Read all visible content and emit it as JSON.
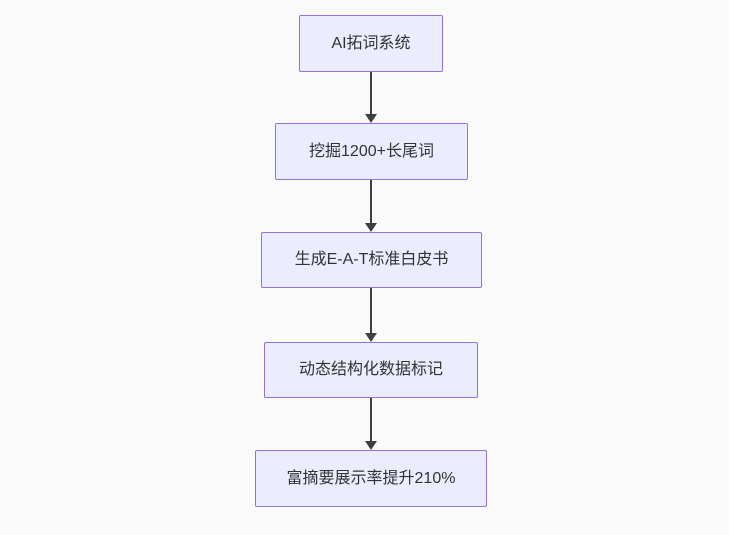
{
  "page": {
    "background": "#fafafa"
  },
  "diagram": {
    "type": "flowchart",
    "direction": "top-down",
    "node_fill": "#ececff",
    "node_border": "#9370db",
    "text_color": "#333333",
    "arrow_color": "#3f3f3f",
    "nodes": [
      {
        "label": "AI拓词系统"
      },
      {
        "label": "挖掘1200+长尾词"
      },
      {
        "label": "生成E-A-T标准白皮书"
      },
      {
        "label": "动态结构化数据标记"
      },
      {
        "label": "富摘要展示率提升210%"
      }
    ],
    "edges": [
      {
        "from": "AI拓词系统",
        "to": "挖掘1200+长尾词"
      },
      {
        "from": "挖掘1200+长尾词",
        "to": "生成E-A-T标准白皮书"
      },
      {
        "from": "生成E-A-T标准白皮书",
        "to": "动态结构化数据标记"
      },
      {
        "from": "动态结构化数据标记",
        "to": "富摘要展示率提升210%"
      }
    ]
  }
}
